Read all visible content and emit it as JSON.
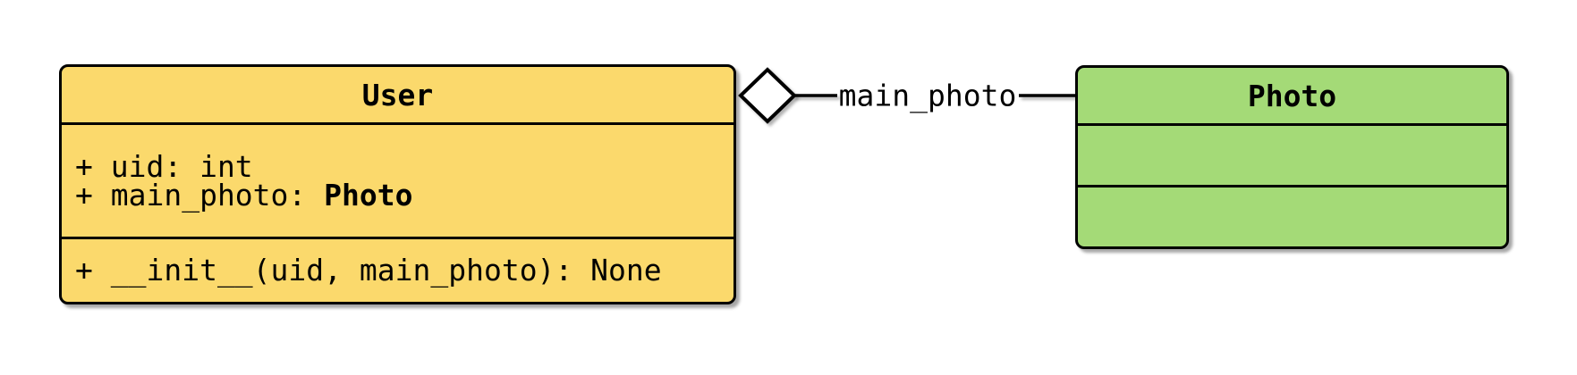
{
  "diagram": {
    "background_color": "#ffffff",
    "line_color": "#000000",
    "classes": [
      {
        "name": "User",
        "fill_color": "#FBD96C",
        "attributes": [
          {
            "text": "+ uid: int",
            "bold_type": ""
          },
          {
            "text": "+ main_photo: ",
            "bold_type": "Photo"
          }
        ],
        "methods": [
          {
            "text": "+ __init__(uid, main_photo): None"
          }
        ]
      },
      {
        "name": "Photo",
        "fill_color": "#A4DA77",
        "attributes": [],
        "methods": []
      }
    ],
    "relationship": {
      "kind": "aggregation",
      "owner": "User",
      "target": "Photo",
      "label": "main_photo",
      "diamond_fill": "#ffffff"
    }
  }
}
